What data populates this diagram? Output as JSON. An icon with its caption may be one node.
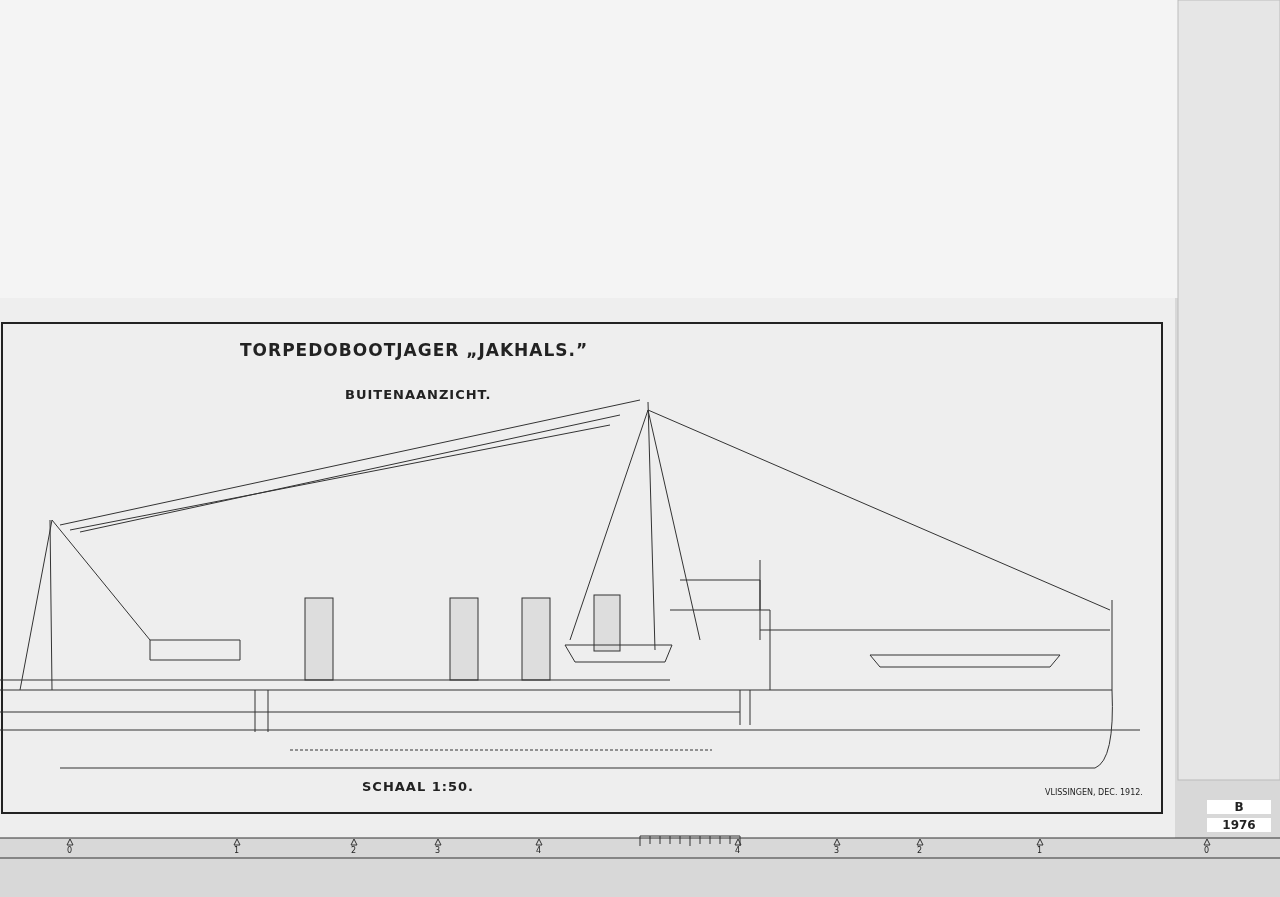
{
  "diagram": {
    "title": "TORPEDOBOOTJAGER „JAKHALS.”",
    "labels": [
      "BUITENAANZICHT.",
      "SCHAAL 1:50.",
      "VLISSINGEN, DEC. 1912.",
      "B",
      "1976",
      "0",
      "1",
      "2",
      "3",
      "4",
      "4",
      "3",
      "2",
      "1",
      "0"
    ]
  }
}
